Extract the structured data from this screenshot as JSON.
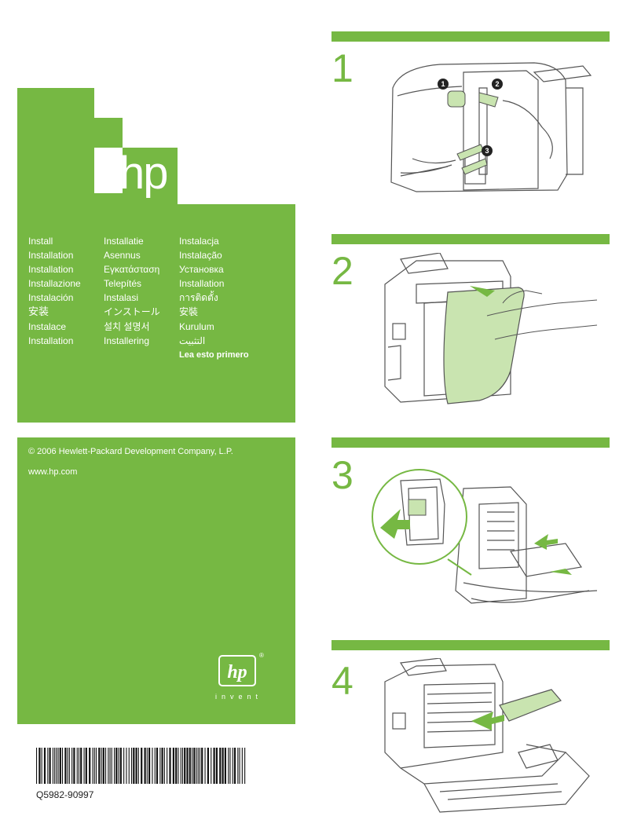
{
  "cover": {
    "brand_text": "hp",
    "languages_col1": [
      "Install",
      "Installation",
      "Installation",
      "Installazione",
      "Instalación",
      "安装",
      "Instalace",
      "Installation"
    ],
    "languages_col2": [
      "Installatie",
      "Asennus",
      "Εγκατάσταση",
      "Telepítés",
      "Instalasi",
      "インストール",
      "설치 설명서",
      "Installering"
    ],
    "languages_col3": [
      "Instalacja",
      "Instalação",
      "Установка",
      "Installation",
      "การติดตั้ง",
      "安裝",
      "Kurulum",
      "التثبيت"
    ],
    "read_first": "Lea esto primero"
  },
  "back": {
    "copyright": "© 2006 Hewlett-Packard Development Company, L.P.",
    "website": "www.hp.com",
    "logo_registered": "®",
    "logo_tagline": "invent",
    "part_number": "Q5982-90997"
  },
  "steps": [
    {
      "number": "1",
      "callouts": [
        "1",
        "2",
        "3"
      ]
    },
    {
      "number": "2"
    },
    {
      "number": "3"
    },
    {
      "number": "4"
    }
  ],
  "colors": {
    "brand_green": "#76b843",
    "text_white": "#ffffff",
    "line_gray": "#555555",
    "highlight_green": "#c9e4b0"
  }
}
